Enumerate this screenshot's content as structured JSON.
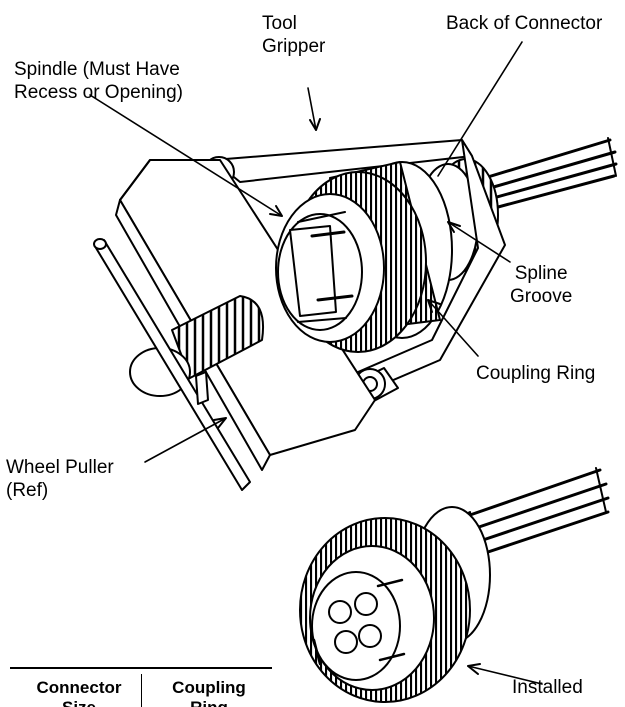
{
  "labels": {
    "tool_gripper": "Tool\nGripper",
    "back_of_connector": "Back of Connector",
    "spindle": "Spindle (Must Have\nRecess or Opening)",
    "spline_groove": "Spline\nGroove",
    "coupling_ring": "Coupling Ring",
    "wheel_puller": "Wheel Puller\n(Ref)",
    "installed": "Installed"
  },
  "table": {
    "headers": [
      "Connector\nSize",
      "Coupling\nRing"
    ]
  }
}
